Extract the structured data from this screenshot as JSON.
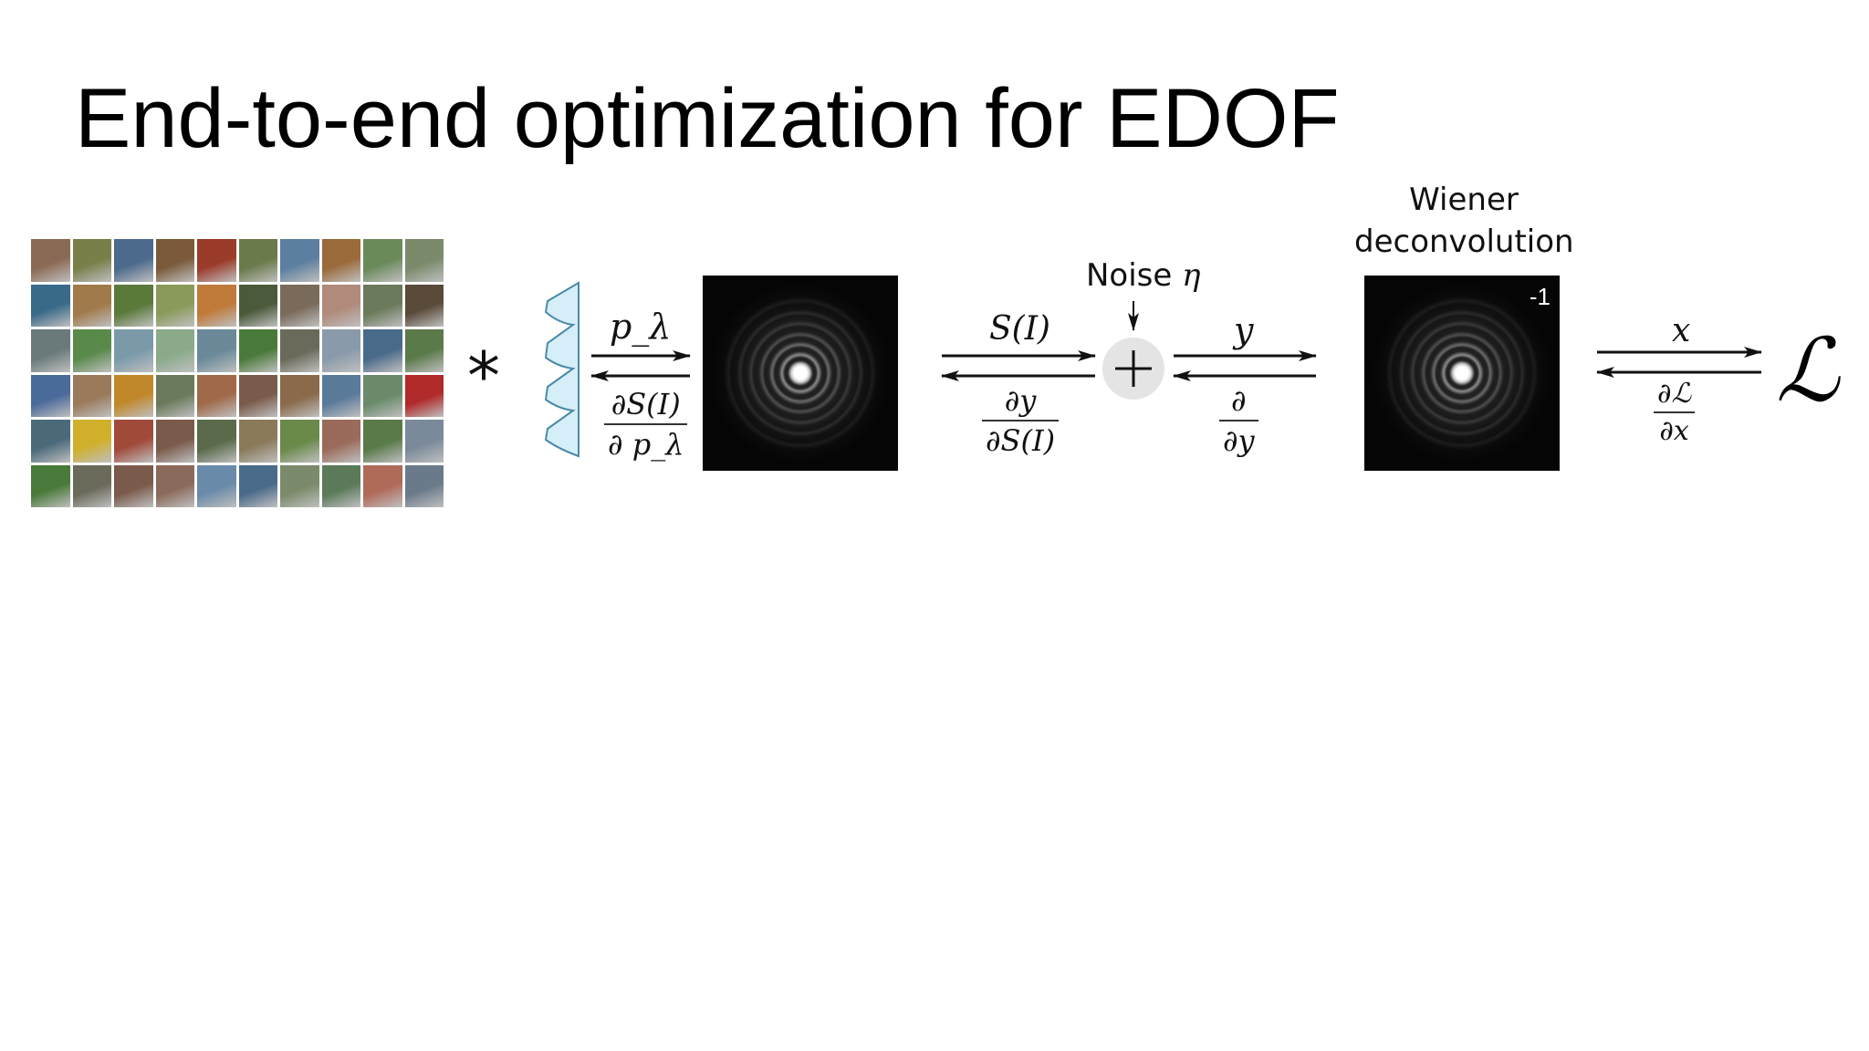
{
  "slide": {
    "title": "End-to-end optimization for EDOF"
  },
  "pipeline": {
    "convolution_symbol": "*",
    "lens_forward": "p_λ",
    "lens_grad_num": "∂S(I)",
    "lens_grad_den": "∂ p_λ",
    "sensor_forward": "S(I)",
    "sensor_grad_num": "∂y",
    "sensor_grad_den": "∂S(I)",
    "noise_label": "Noise",
    "noise_symbol": "η",
    "noise_forward": "y",
    "noise_grad_num": "∂",
    "noise_grad_den": "∂y",
    "wiener_label_line1": "Wiener",
    "wiener_label_line2": "deconvolution",
    "inverse_marker": "-1",
    "output_forward": "x",
    "output_grad_num": "∂ℒ",
    "output_grad_den": "∂x",
    "loss_symbol": "ℒ"
  },
  "photo_grid": {
    "rows": 6,
    "cols": 10,
    "tile_colors": [
      "#8b6a55",
      "#7a7f4a",
      "#4b6a8c",
      "#7a5a3a",
      "#9b3b2a",
      "#6a7a4a",
      "#5c7fa0",
      "#9a6a3a",
      "#6a8a5a",
      "#7a8a6a",
      "#3a6a8a",
      "#a07a4a",
      "#5a7a3a",
      "#8a9a5a",
      "#c07a3a",
      "#4a5a3a",
      "#7a6a5a",
      "#b08a7a",
      "#6a7a5a",
      "#5a4a3a",
      "#6a7a7a",
      "#5a8a4a",
      "#7a9aaa",
      "#8aaa8a",
      "#6a8a9a",
      "#4a7a3a",
      "#6a6a5a",
      "#8a9aaa",
      "#4a6a8a",
      "#5a7a4a",
      "#4a6a9a",
      "#9a7a5a",
      "#c0882a",
      "#6a7a5a",
      "#a06a4a",
      "#7a5a4a",
      "#8a6a4a",
      "#5a7a9a",
      "#6a8a6a",
      "#b02a2a",
      "#4a6a7a",
      "#d0b02a",
      "#a04a3a",
      "#7a5a4a",
      "#5a6a4a",
      "#8a7a5a",
      "#6a8a4a",
      "#9a6a5a",
      "#5a7a4a",
      "#7a8a9a",
      "#4a7a3a",
      "#6a6a5a",
      "#7a5a4a",
      "#8a6a5a",
      "#6a8aaa",
      "#4a6a8a",
      "#7a8a6a",
      "#5a7a5a",
      "#b06a5a",
      "#6a7a8a"
    ]
  }
}
